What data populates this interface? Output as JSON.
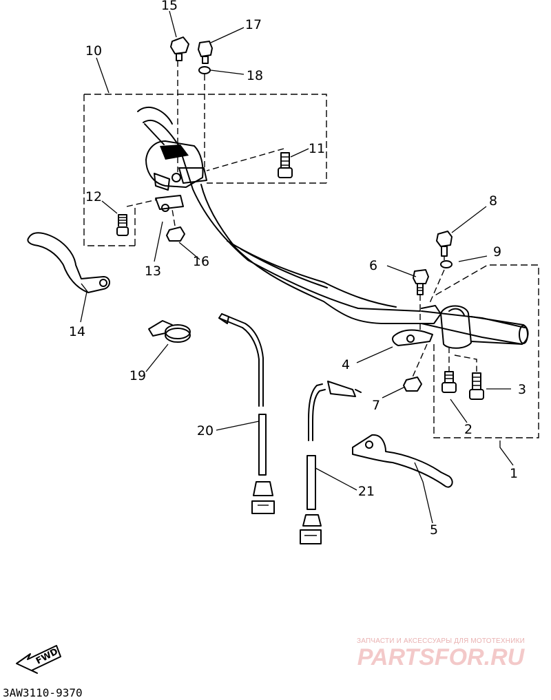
{
  "diagram": {
    "callouts": [
      "1",
      "2",
      "3",
      "4",
      "5",
      "6",
      "7",
      "8",
      "9",
      "10",
      "11",
      "12",
      "13",
      "14",
      "15",
      "16",
      "17",
      "18",
      "19",
      "20",
      "21"
    ],
    "drawing_code": "3AW3110-9370",
    "fwd_label": "FWD"
  },
  "watermark": {
    "tagline": "ЗАПЧАСТИ И АКСЕССУАРЫ ДЛЯ МОТОТЕХНИКИ",
    "brand": "PARTSFOR.RU"
  }
}
